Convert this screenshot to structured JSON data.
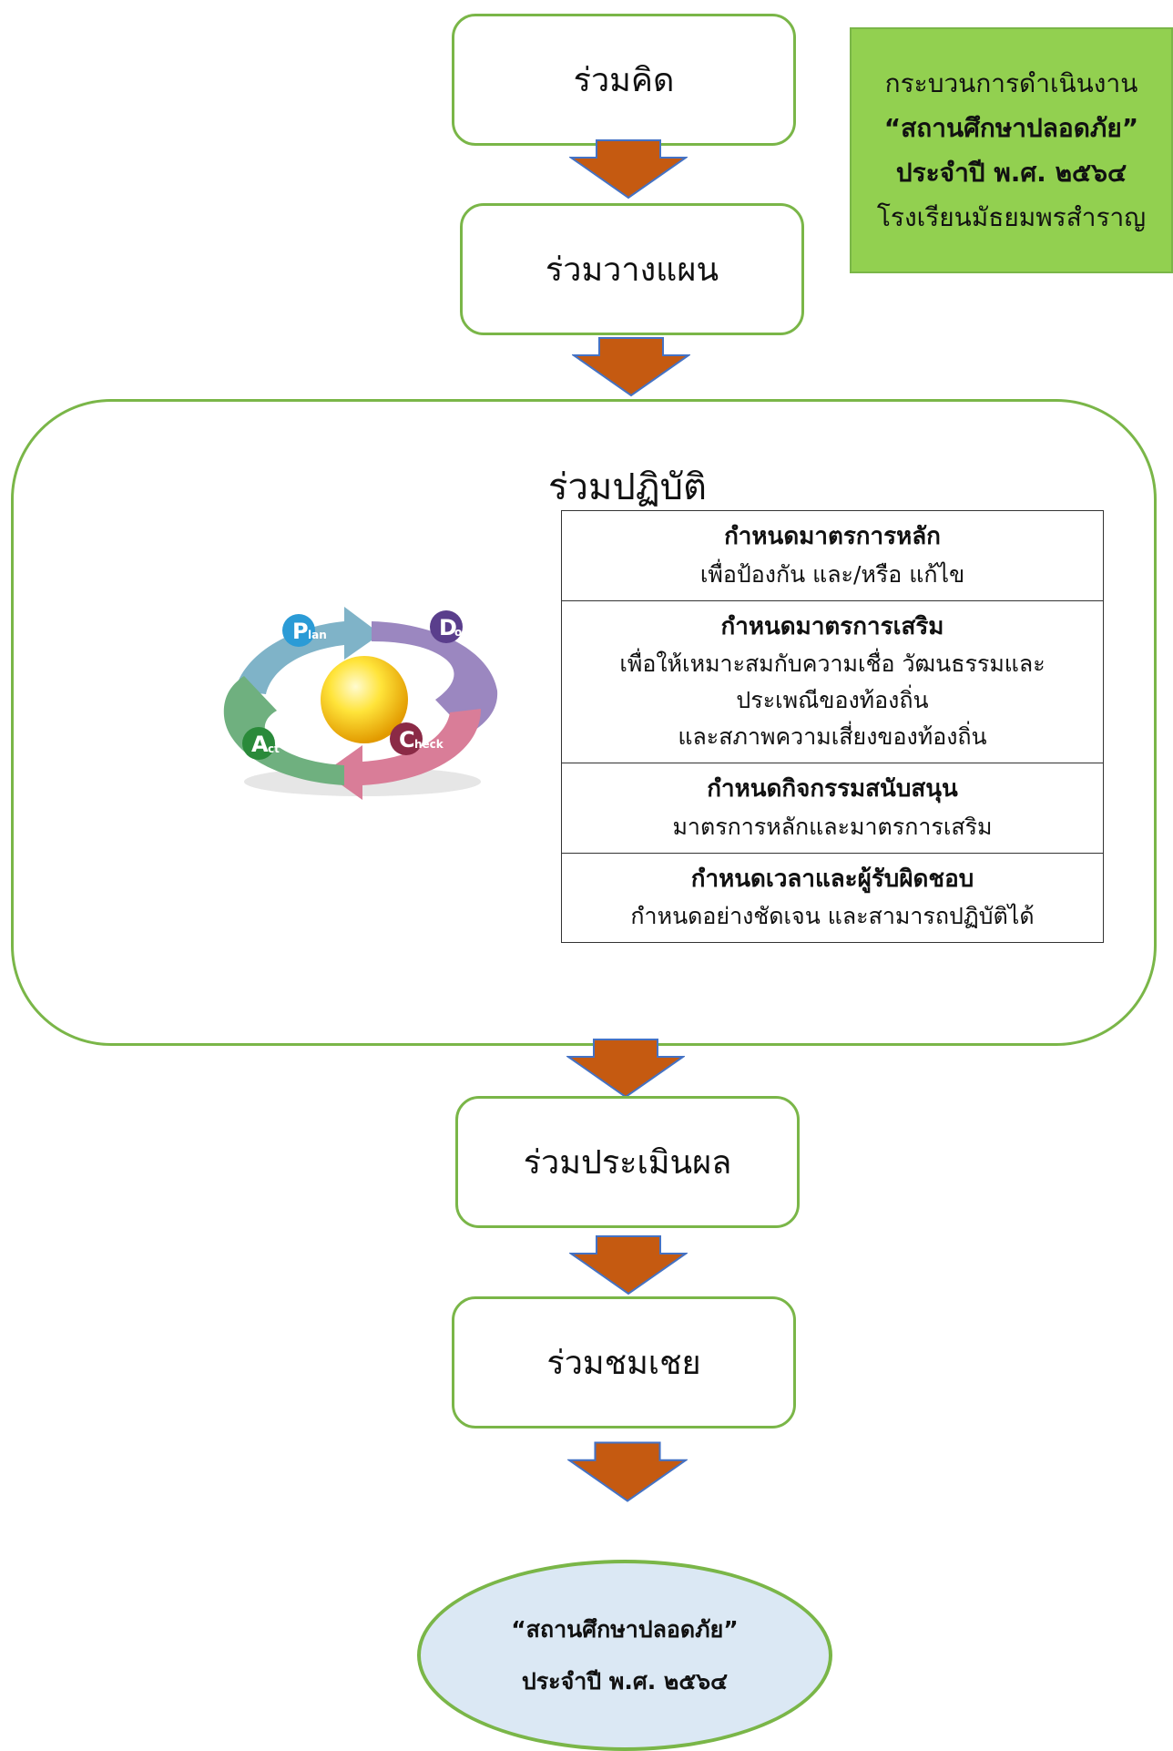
{
  "steps": {
    "think": "ร่วมคิด",
    "plan": "ร่วมวางแผน",
    "practice": "ร่วมปฏิบัติ",
    "evaluate": "ร่วมประเมินผล",
    "praise": "ร่วมชมเชย"
  },
  "title_card": {
    "line1": "กระบวนการดำเนินงาน",
    "line2": "“สถานศึกษาปลอดภัย”",
    "line3": "ประจำปี พ.ศ. ๒๕๖๔",
    "line4": "โรงเรียนมัธยมพรสำราญ"
  },
  "measures": [
    {
      "heading": "กำหนดมาตรการหลัก",
      "lines": [
        "เพื่อป้องกัน และ/หรือ แก้ไข"
      ]
    },
    {
      "heading": "กำหนดมาตรการเสริม",
      "lines": [
        "เพื่อให้เหมาะสมกับความเชื่อ วัฒนธรรมและ",
        "ประเพณีของท้องถิ่น",
        "และสภาพความเสี่ยงของท้องถิ่น"
      ]
    },
    {
      "heading": "กำหนดกิจกรรมสนับสนุน",
      "lines": [
        "มาตรการหลักและมาตรการเสริม"
      ]
    },
    {
      "heading": "กำหนดเวลาและผู้รับผิดชอบ",
      "lines": [
        "กำหนดอย่างชัดเจน และสามารถปฏิบัติได้"
      ]
    }
  ],
  "pdca": {
    "plan": {
      "big": "P",
      "small": "lan"
    },
    "do": {
      "big": "D",
      "small": "o"
    },
    "check": {
      "big": "C",
      "small": "heck"
    },
    "act": {
      "big": "A",
      "small": "ct"
    }
  },
  "goal": {
    "line1": "“สถานศึกษาปลอดภัย”",
    "line2": "ประจำปี พ.ศ. ๒๕๖๔"
  },
  "colors": {
    "border_green": "#7ab648",
    "title_bg": "#92d050",
    "arrow_fill": "#c55a11",
    "arrow_stroke": "#4472c4",
    "goal_fill": "#dbe8f4",
    "plan": "#7fb3c8",
    "do": "#9b87c0",
    "check": "#d97d98",
    "act": "#6fb07f"
  }
}
